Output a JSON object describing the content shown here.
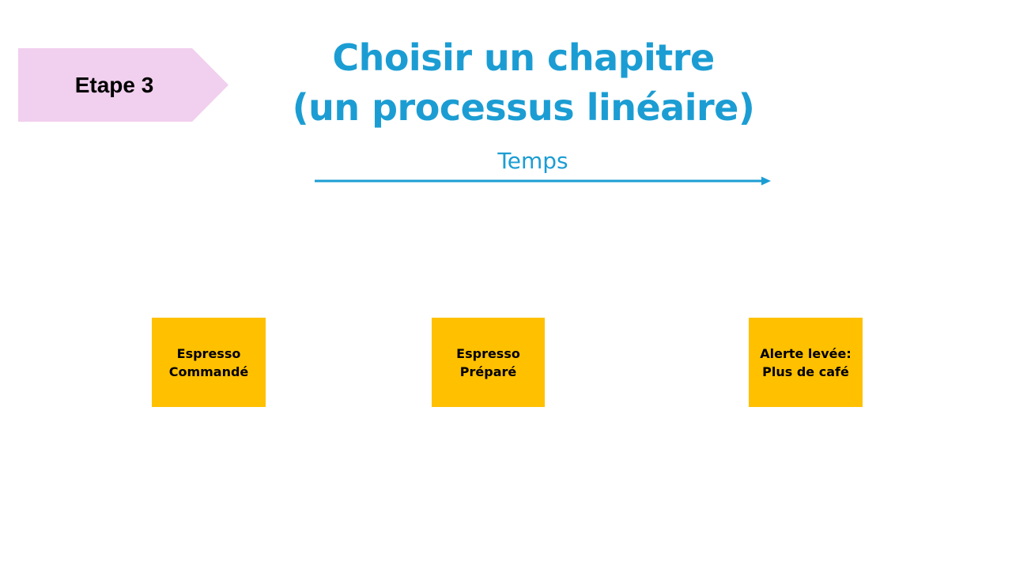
{
  "step_tag": {
    "label": "Etape 3",
    "color": "#f1cfee"
  },
  "title": {
    "line1": "Choisir un chapitre",
    "line2": "(un processus linéaire)",
    "color": "#1b9dd3"
  },
  "timeline": {
    "label": "Temps",
    "color": "#1b9dd3"
  },
  "events": [
    {
      "line1": "Espresso",
      "line2": "Commandé"
    },
    {
      "line1": "Espresso",
      "line2": "Préparé"
    },
    {
      "line1": "Alerte levée:",
      "line2": "Plus de café"
    }
  ],
  "event_color": "#ffc000"
}
